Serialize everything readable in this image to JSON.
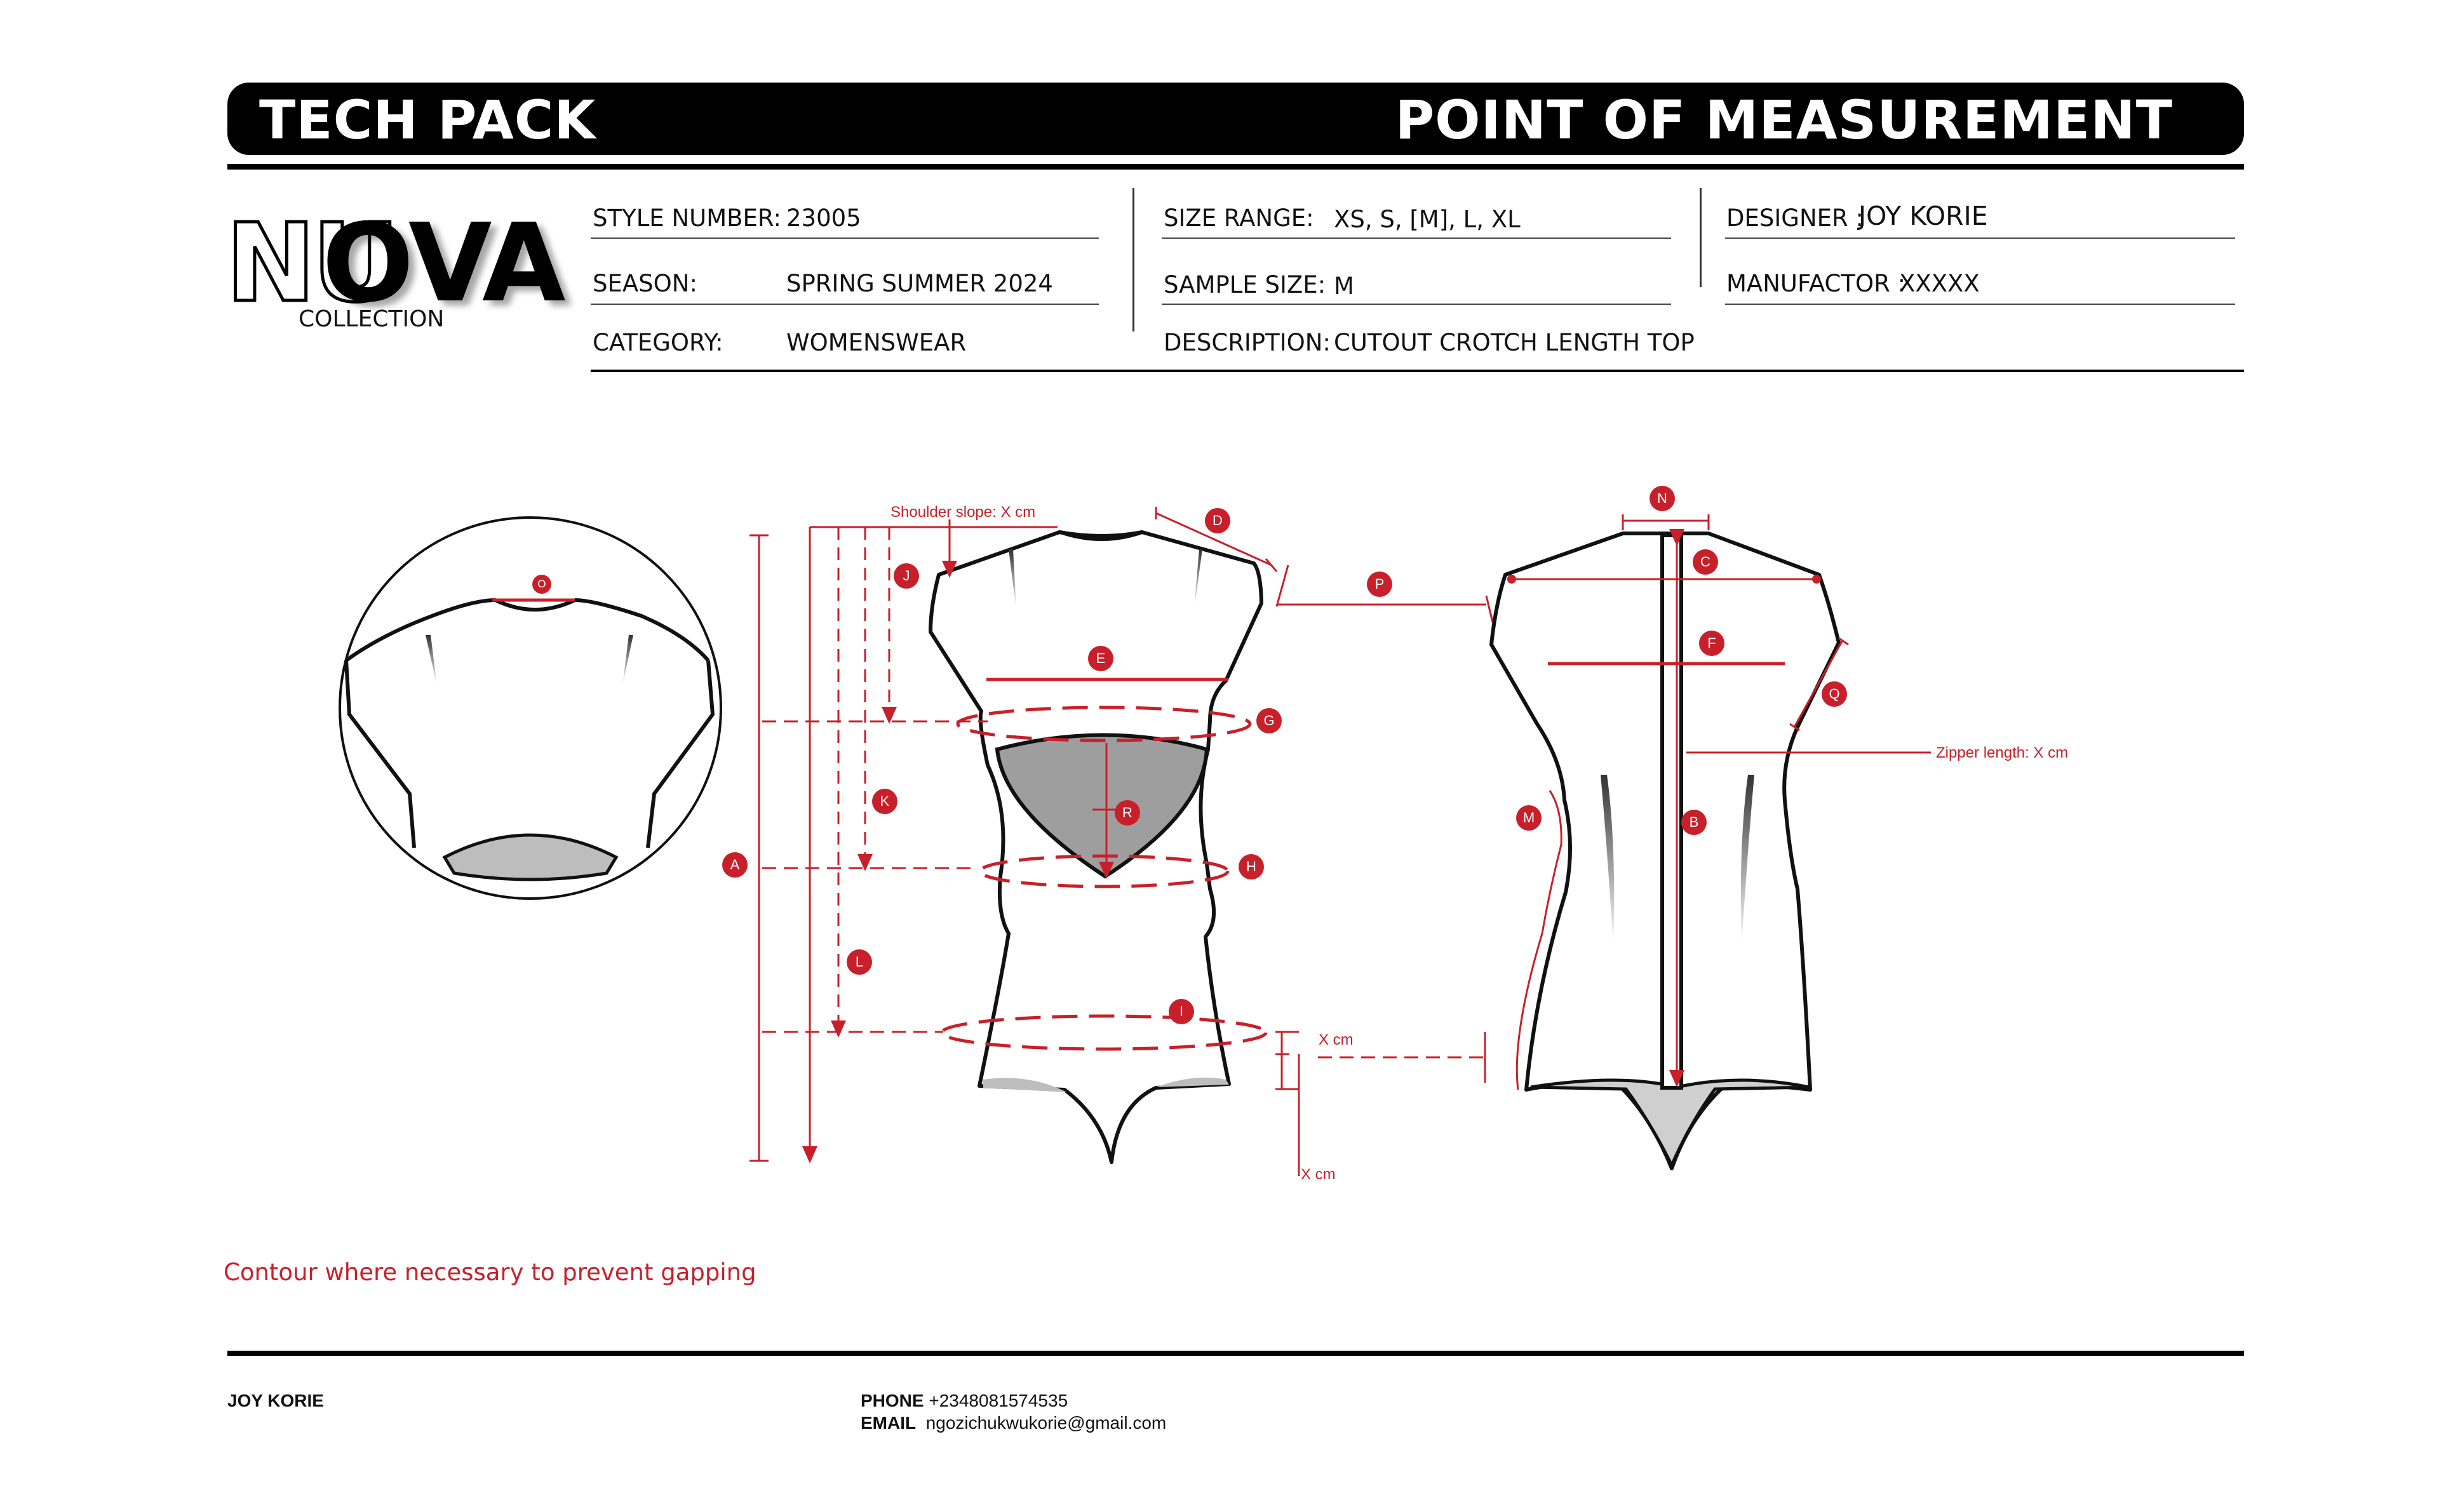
{
  "header": {
    "left_title": "TECH PACK",
    "right_title": "POINT OF MEASUREMENT"
  },
  "logo": {
    "part1": "NU",
    "part2": "OVA",
    "sub": "COLLECTION"
  },
  "info": {
    "style_number_label": "STYLE NUMBER:",
    "style_number": "23005",
    "season_label": "SEASON:",
    "season": "SPRING SUMMER 2024",
    "category_label": "CATEGORY:",
    "category": "WOMENSWEAR",
    "size_range_label": "SIZE RANGE:",
    "size_range": "XS, S, [M], L, XL",
    "sample_size_label": "SAMPLE SIZE:",
    "sample_size": "M",
    "description_label": "DESCRIPTION:",
    "description": "CUTOUT CROTCH LENGTH TOP",
    "designer_label": "DESIGNER :",
    "designer": "JOY KORIE",
    "manufactor_label": "MANUFACTOR :",
    "manufactor": "XXXXX"
  },
  "diagram": {
    "shoulder_slope": "Shoulder slope: X cm",
    "zipper_length": "Zipper length: X cm",
    "xcm": "X cm",
    "points": [
      "A",
      "B",
      "C",
      "D",
      "E",
      "F",
      "G",
      "H",
      "I",
      "J",
      "K",
      "L",
      "M",
      "N",
      "O",
      "P",
      "Q",
      "R"
    ]
  },
  "note": "Contour where necessary to prevent gapping",
  "footer": {
    "name": "JOY KORIE",
    "phone_label": "PHONE",
    "phone": "+2348081574535",
    "email_label": "EMAIL",
    "email": "ngozichukwukorie@gmail.com"
  },
  "colors": {
    "accent_red": "#c8202a",
    "black": "#000000",
    "cutout_grey": "#bdbdbd"
  }
}
